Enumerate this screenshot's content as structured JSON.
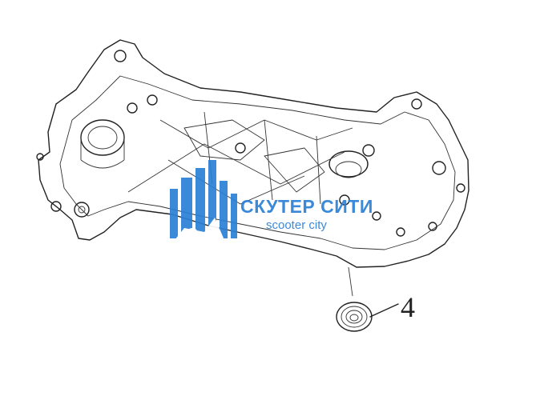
{
  "callouts": [
    {
      "number": "4"
    }
  ],
  "watermark": {
    "title": "СКУТЕР СИТИ",
    "subtitle": "scooter city",
    "color": "#2b7fd6"
  }
}
